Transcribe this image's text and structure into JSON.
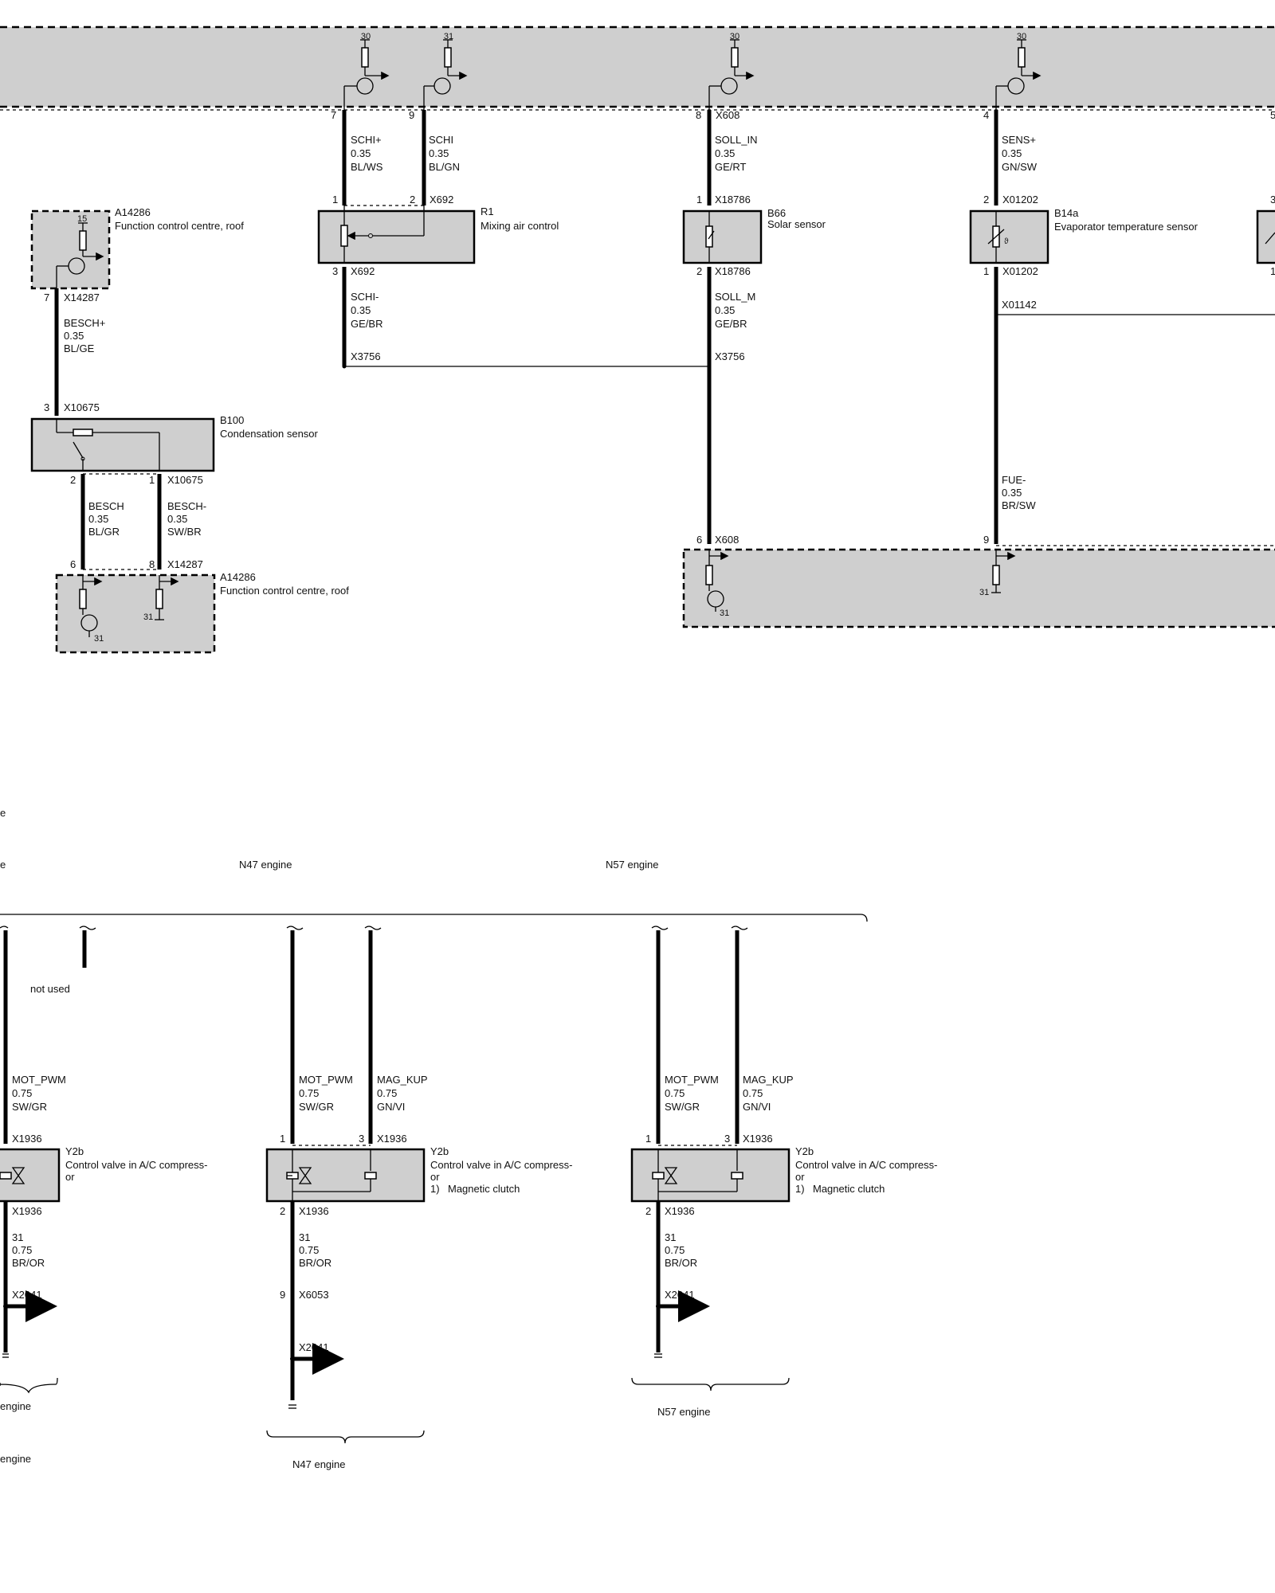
{
  "pins": {
    "p_ecu_30a": "30",
    "p_ecu_31": "31",
    "p_ecu_30b": "30",
    "p_ecu_30c": "30",
    "p7": "7",
    "p9": "9",
    "p8": "8",
    "p4": "4",
    "p5": "5",
    "r1_1": "1",
    "r1_2": "2",
    "r1_3": "3",
    "b66_1": "1",
    "b66_2": "2",
    "b14_2": "2",
    "b14_1": "1",
    "edge_3": "3",
    "edge_1": "1",
    "a14_15": "15",
    "a14_7": "7",
    "b100_3": "3",
    "b100_2": "2",
    "b100_1": "1",
    "a14b_6": "6",
    "a14b_8": "8",
    "a14b_31a": "31",
    "a14b_31b": "31",
    "low_6": "6",
    "low_9": "9",
    "low_31a": "31",
    "low_31b": "31",
    "n47_1": "1",
    "n47_3": "3",
    "n47_2": "2",
    "n47_9": "9",
    "n57_1": "1",
    "n57_3": "3",
    "n57_2": "2"
  },
  "connectors": {
    "x608_top": "X608",
    "x692_a": "X692",
    "x692_b": "X692",
    "x18786_a": "X18786",
    "x18786_b": "X18786",
    "x01202_a": "X01202",
    "x01202_b": "X01202",
    "x01142": "X01142",
    "x14287_a": "X14287",
    "x10675_a": "X10675",
    "x10675_b": "X10675",
    "x14287_b": "X14287",
    "x3756_a": "X3756",
    "x3756_b": "X3756",
    "x608_low": "X608",
    "y1_x1936_a": "X1936",
    "y1_x1936_b": "X1936",
    "y1_x2041": "X2041",
    "y2_x1936_a": "X1936",
    "y2_x1936_b": "X1936",
    "y2_x6053": "X6053",
    "y2_x2041": "X2041",
    "y3_x1936_a": "X1936",
    "y3_x1936_b": "X1936",
    "y3_x2041": "X2041"
  },
  "wires": {
    "schi_plus": [
      "SCHI+",
      "0.35",
      "BL/WS"
    ],
    "schi": [
      "SCHI",
      "0.35",
      "BL/GN"
    ],
    "soll_in": [
      "SOLL_IN",
      "0.35",
      "GE/RT"
    ],
    "sens_plus": [
      "SENS+",
      "0.35",
      "GN/SW"
    ],
    "schi_minus": [
      "SCHI-",
      "0.35",
      "GE/BR"
    ],
    "soll_m": [
      "SOLL_M",
      "0.35",
      "GE/BR"
    ],
    "besch_plus": [
      "BESCH+",
      "0.35",
      "BL/GE"
    ],
    "fue_minus": [
      "FUE-",
      "0.35",
      "BR/SW"
    ],
    "besch": [
      "BESCH",
      "0.35",
      "BL/GR"
    ],
    "besch_minus": [
      "BESCH-",
      "0.35",
      "SW/BR"
    ],
    "y1_mot": [
      "MOT_PWM",
      "0.75",
      "SW/GR"
    ],
    "y2_mot": [
      "MOT_PWM",
      "0.75",
      "SW/GR"
    ],
    "y2_mag": [
      "MAG_KUP",
      "0.75",
      "GN/VI"
    ],
    "y3_mot": [
      "MOT_PWM",
      "0.75",
      "SW/GR"
    ],
    "y3_mag": [
      "MAG_KUP",
      "0.75",
      "GN/VI"
    ],
    "y1_gnd": [
      "31",
      "0.75",
      "BR/OR"
    ],
    "y2_gnd": [
      "31",
      "0.75",
      "BR/OR"
    ],
    "y3_gnd": [
      "31",
      "0.75",
      "BR/OR"
    ]
  },
  "components": {
    "a14286_top": {
      "id": "A14286",
      "name": "Function control centre, roof"
    },
    "r1": {
      "id": "R1",
      "name": "Mixing air control"
    },
    "b66": {
      "id": "B66",
      "name": "Solar sensor"
    },
    "b14a": {
      "id": "B14a",
      "name": "Evaporator temperature sensor"
    },
    "b100": {
      "id": "B100",
      "name": "Condensation sensor"
    },
    "a14286_bottom": {
      "id": "A14286",
      "name": "Function control centre, roof"
    },
    "y2b_1": {
      "id": "Y2b",
      "name": "Control valve in A/C compress-",
      "name2": "or"
    },
    "y2b_2": {
      "id": "Y2b",
      "name": "Control valve in A/C compress-",
      "name2": "or",
      "note_num": "1)",
      "note": "Magnetic clutch"
    },
    "y2b_3": {
      "id": "Y2b",
      "name": "Control valve in A/C compress-",
      "name2": "or",
      "note_num": "1)",
      "note": "Magnetic clutch"
    }
  },
  "labels": {
    "edge_e1": "e",
    "edge_e2": "e",
    "n47_top": "N47 engine",
    "n57_top": "N57 engine",
    "not_used": "not used",
    "engine_left1": "engine",
    "engine_left2": "engine",
    "n57_bottom": "N57 engine",
    "n47_bottom": "N47 engine"
  }
}
